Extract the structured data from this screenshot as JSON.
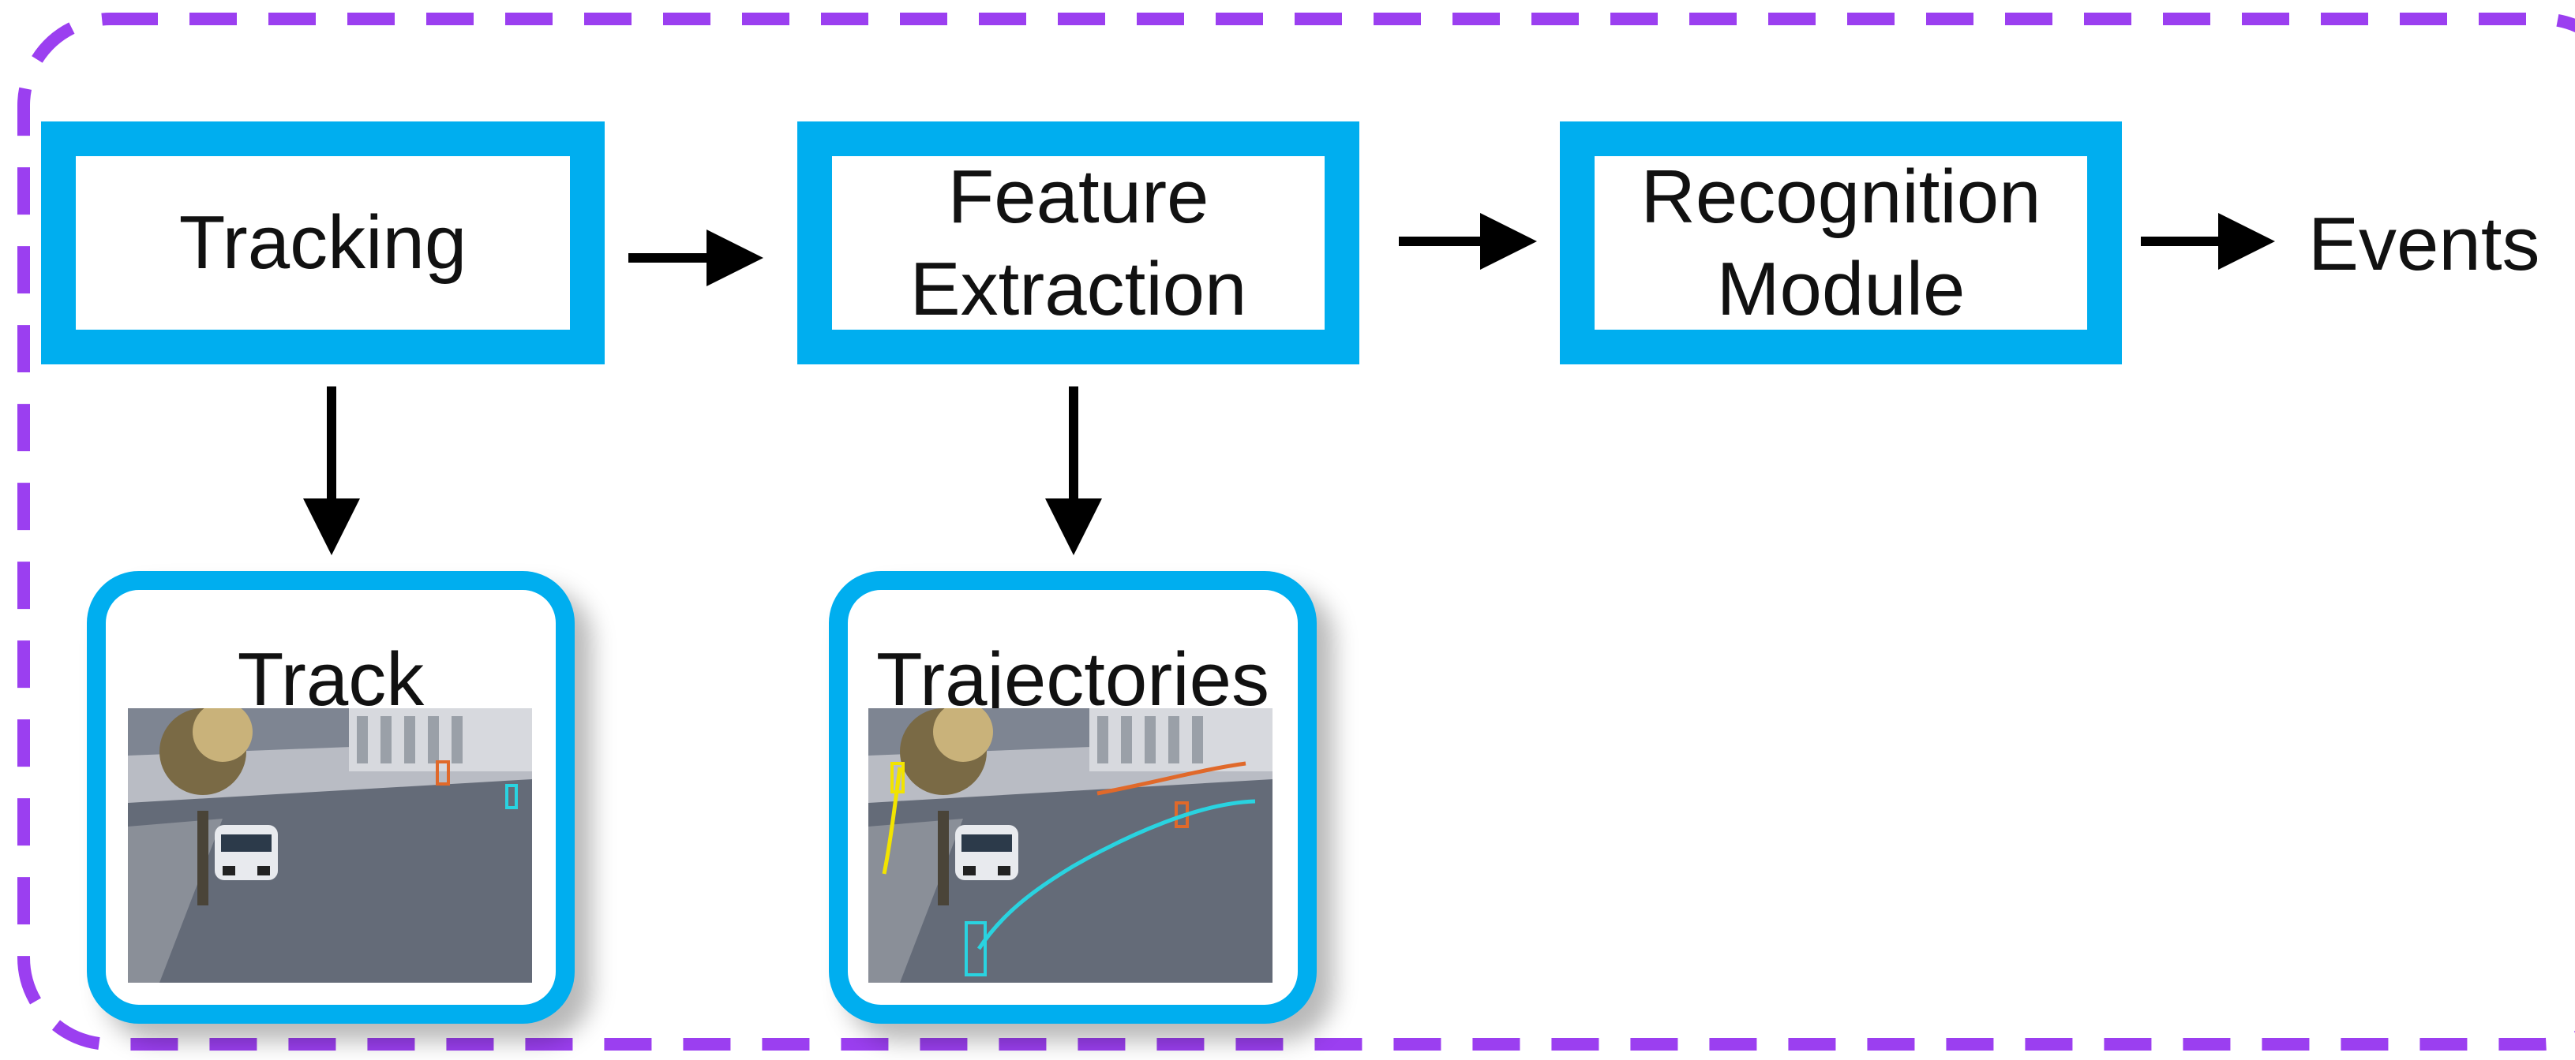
{
  "pipeline": {
    "stages": [
      {
        "label_lines": [
          "Tracking"
        ]
      },
      {
        "label_lines": [
          "Feature",
          "Extraction"
        ]
      },
      {
        "label_lines": [
          "Recognition",
          "Module"
        ]
      }
    ],
    "output_label": "Events"
  },
  "outputs": {
    "track": {
      "title": "Track"
    },
    "trajectories": {
      "title": "Trajectories"
    }
  },
  "colors": {
    "box_border": "#00aeef",
    "frame_dashes": "#9b3ff0",
    "arrow": "#000000",
    "traj_yellow": "#f2e400",
    "traj_cyan": "#29d3e0",
    "traj_orange": "#e0692a"
  },
  "icons": {
    "frame": "dashed-boundary",
    "arrows": "arrow-right / arrow-down"
  }
}
